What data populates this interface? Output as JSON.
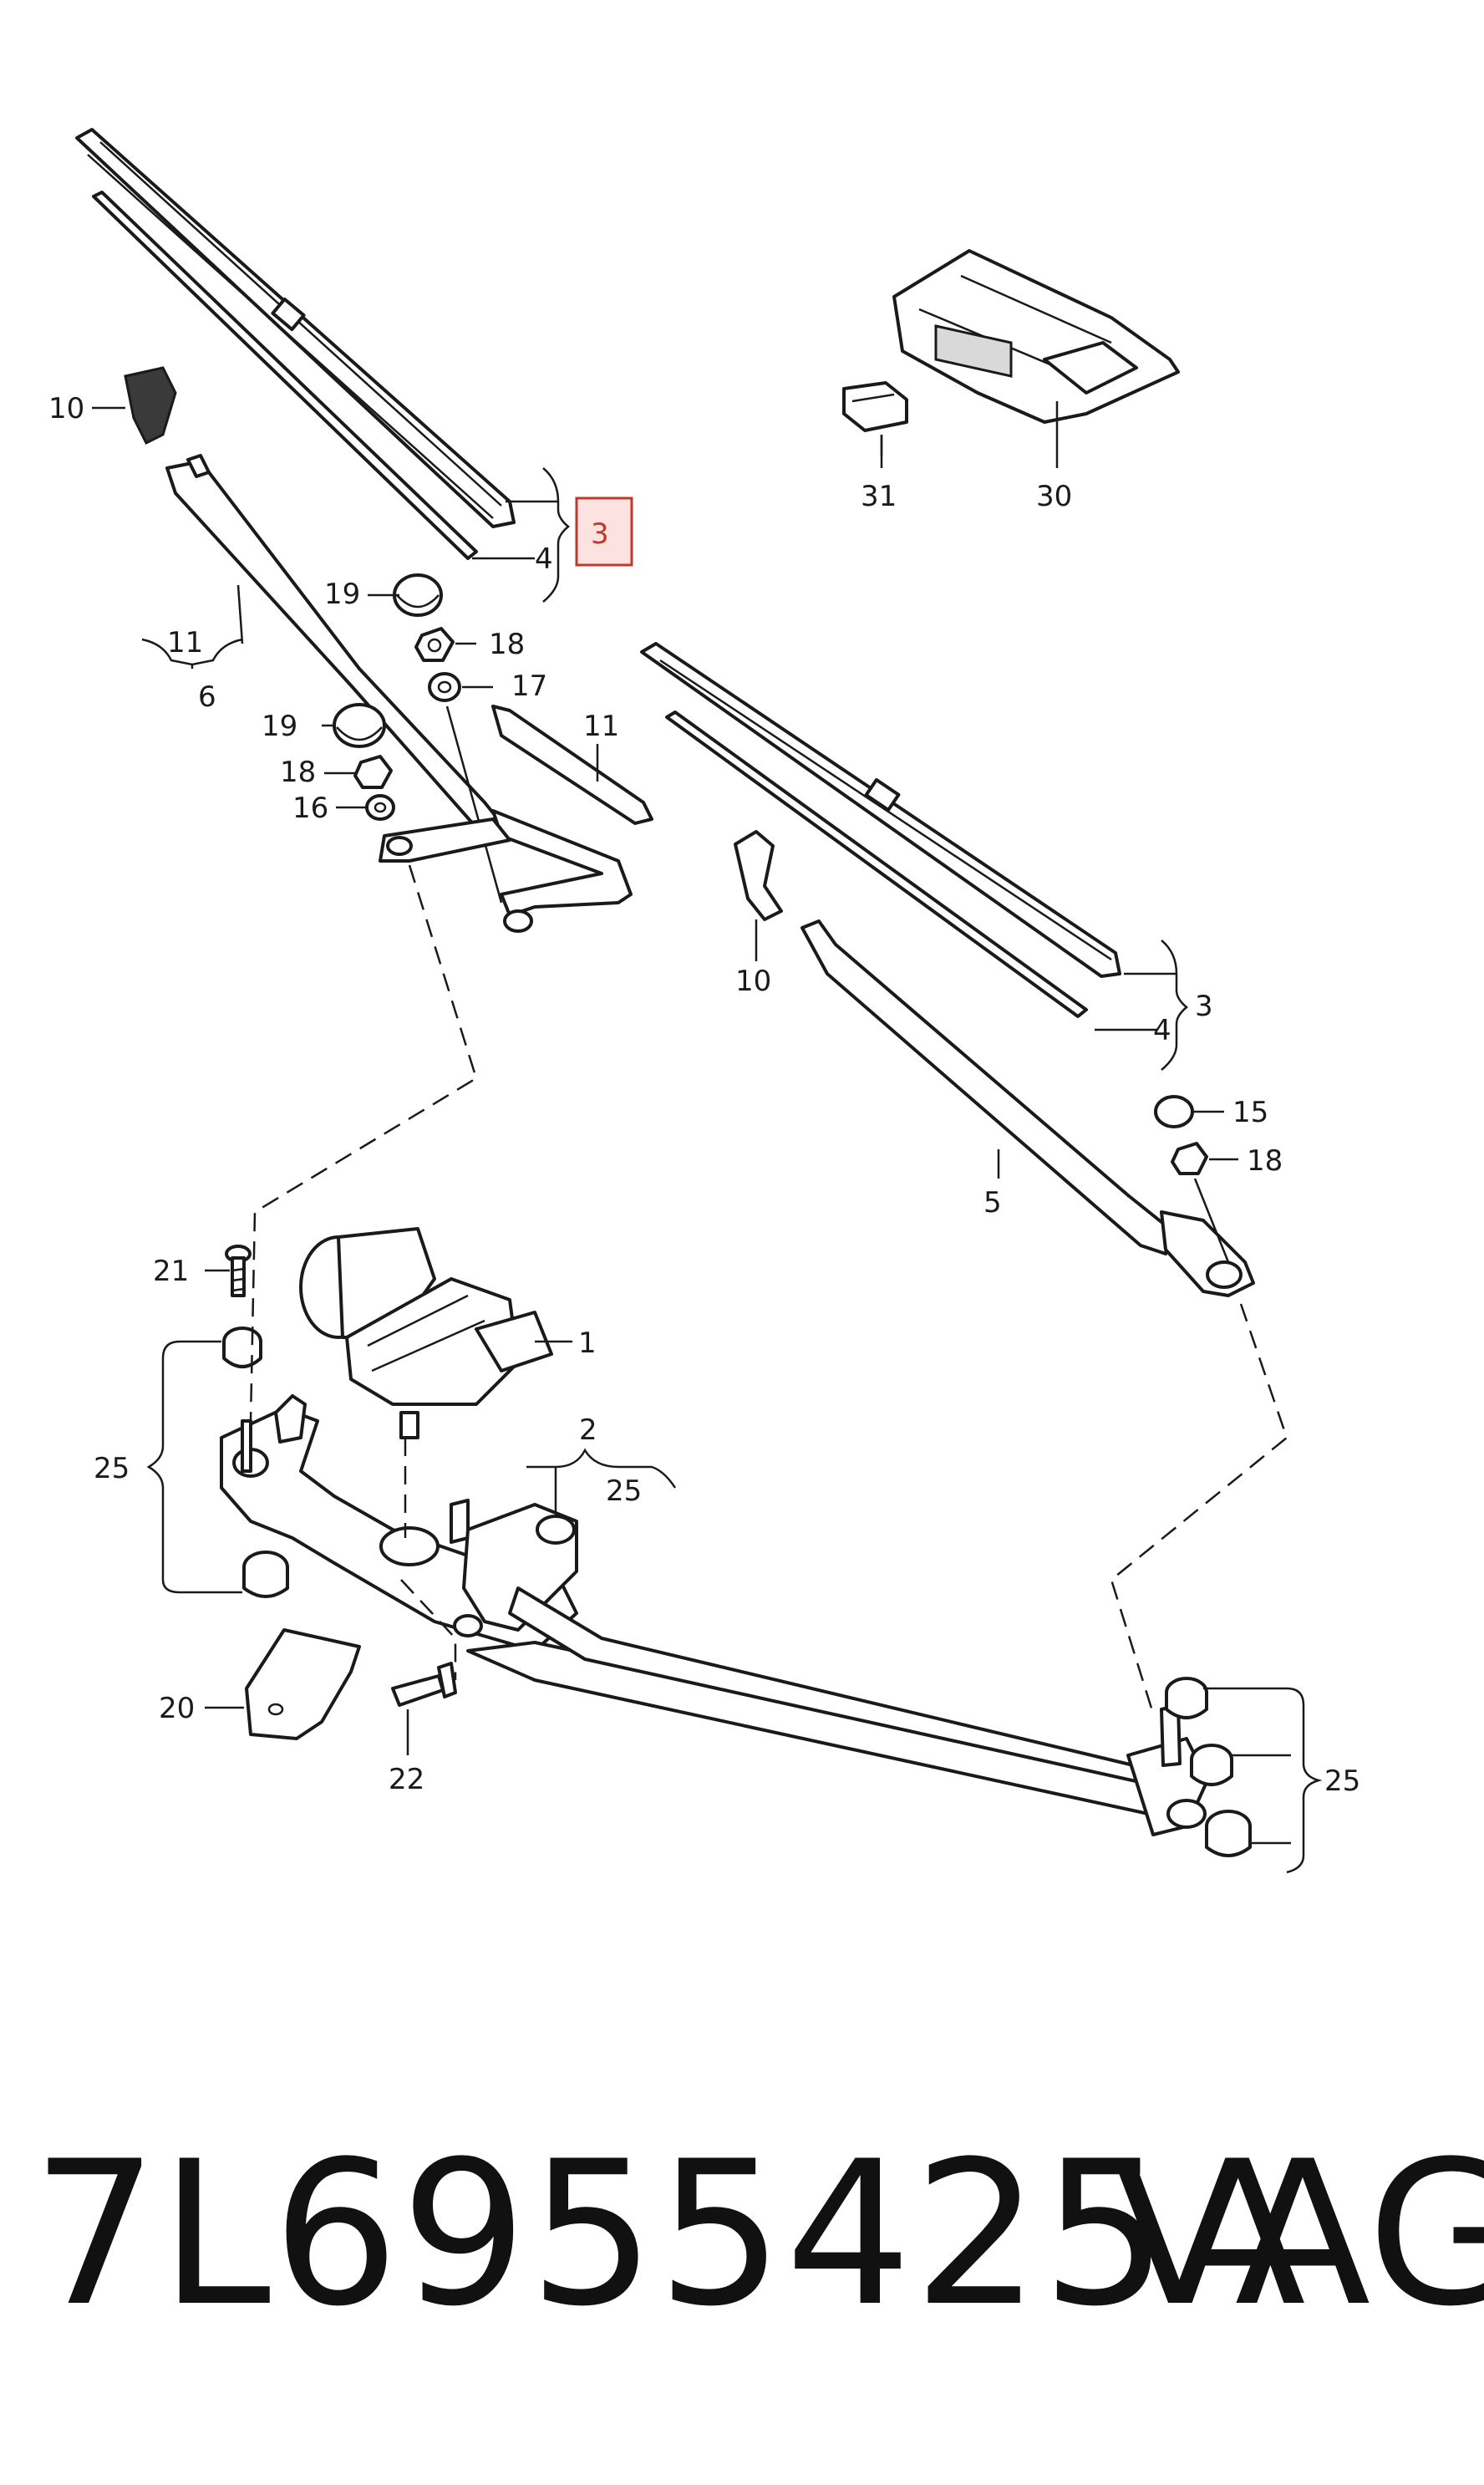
{
  "labels": {
    "p1": "1",
    "p2": "2",
    "p3": "3",
    "p3b": "3",
    "p4": "4",
    "p4b": "4",
    "p5": "5",
    "p6": "6",
    "p10": "10",
    "p10b": "10",
    "p11": "11",
    "p11b": "11",
    "p15": "15",
    "p16": "16",
    "p17": "17",
    "p18": "18",
    "p18b": "18",
    "p18c": "18",
    "p19": "19",
    "p19b": "19",
    "p20": "20",
    "p21": "21",
    "p22": "22",
    "p25": "25",
    "p25b": "25",
    "p25c": "25",
    "p30": "30",
    "p31": "31"
  },
  "footer": {
    "part_number": "7L6955425A",
    "brand": "VAG"
  },
  "colors": {
    "highlight": "#c0392b",
    "highlight_fill": "#fde2e2",
    "line": "#1a1a1a"
  }
}
